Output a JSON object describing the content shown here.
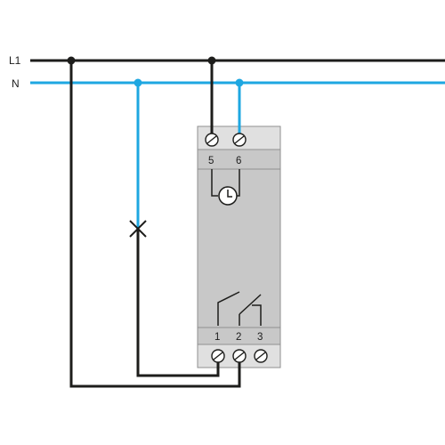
{
  "lines": {
    "l1_label": "L1",
    "n_label": "N"
  },
  "device": {
    "top_terminals": [
      "5",
      "6"
    ],
    "bottom_terminals": [
      "1",
      "2",
      "3"
    ],
    "timer_symbol": "clock-icon",
    "contact_symbol": "changeover-contact-icon"
  },
  "load": {
    "symbol": "lamp-cross-icon"
  },
  "colors": {
    "phase_wire": "#1d1d1b",
    "neutral_wire": "#1ea7e1",
    "device_body": "#c8c8c8",
    "device_band": "#dcdcdc",
    "device_outline": "#8f8f8f",
    "background": "#ffffff"
  }
}
